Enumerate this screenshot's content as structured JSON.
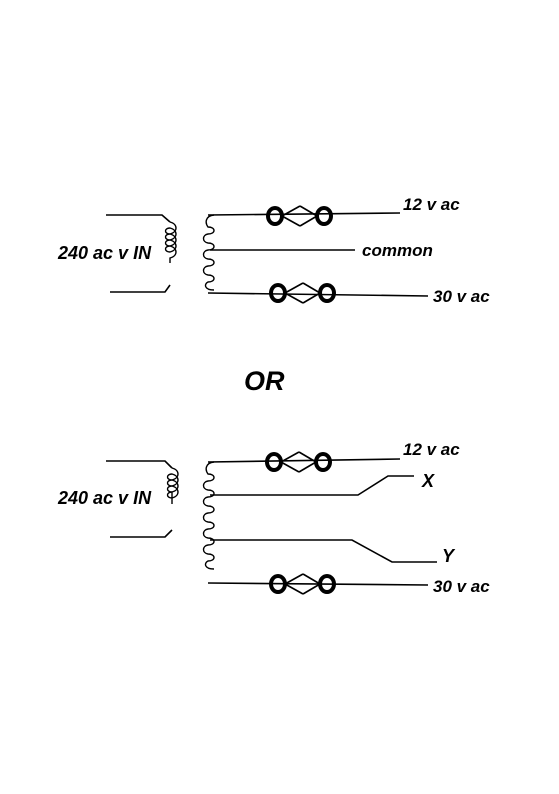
{
  "diagram1": {
    "input_label": "240 ac v IN",
    "out_top": "12 v ac",
    "out_mid": "common",
    "out_bottom": "30 v ac"
  },
  "separator": "OR",
  "diagram2": {
    "input_label": "240 ac v IN",
    "out_top": "12 v ac",
    "tap_x": "X",
    "tap_y": "Y",
    "out_bottom": "30 v ac"
  }
}
